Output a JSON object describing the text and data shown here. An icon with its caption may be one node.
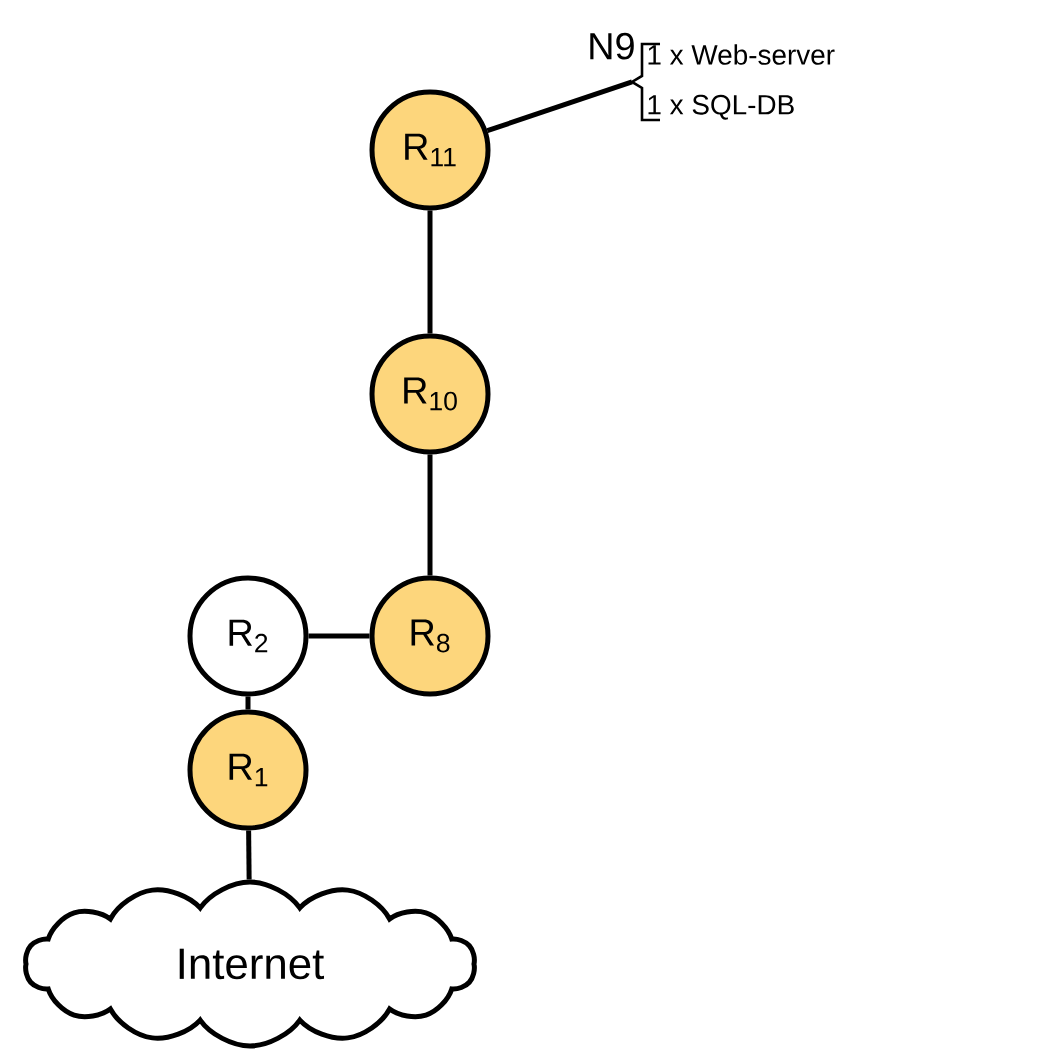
{
  "diagram": {
    "nodes": [
      {
        "text": [
          "R$_{11}$"
        ]
      },
      {
        "text": [
          "R$_{10}$"
        ]
      },
      {
        "text": [
          "R$_{8}$"
        ]
      },
      {
        "text": [
          "R$_{2}$"
        ]
      },
      {
        "text": [
          "R$_{1}$"
        ]
      },
      {
        "text": [
          "Internet"
        ]
      },
      {
        "text": [
          "1 x Web-server",
          "1 x SQL-DB"
        ],
        "beside": [
          "N9"
        ]
      }
    ],
    "edges": [
      {
        "from": 0,
        "to": 6,
        "arrow": "none"
      },
      {
        "from": 0,
        "to": 1,
        "arrow": "none"
      },
      {
        "from": 1,
        "to": 2,
        "arrow": "none"
      },
      {
        "from": 2,
        "to": 3,
        "arrow": "none"
      },
      {
        "from": 3,
        "to": 4,
        "arrow": "none"
      },
      {
        "from": 4,
        "to": 5,
        "arrow": "none"
      }
    ]
  }
}
